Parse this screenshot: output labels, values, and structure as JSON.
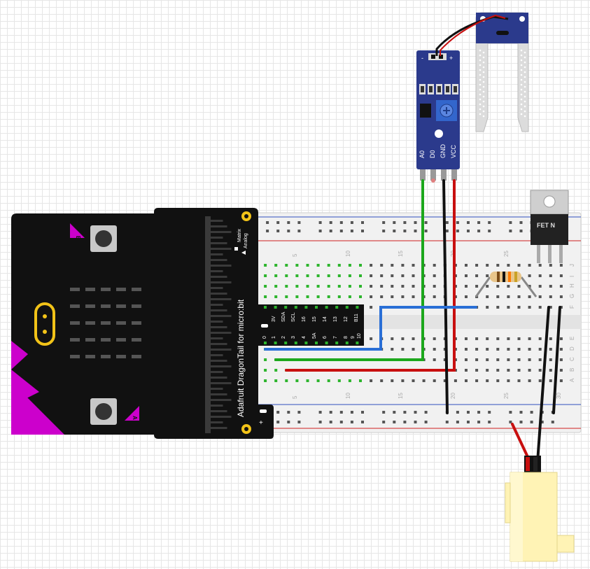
{
  "microbit": {
    "button_a_label": "A",
    "button_b_label": "B"
  },
  "dragontail": {
    "title": "Adafruit DragonTail for micro:bit",
    "legend_matrix": "Matrix",
    "legend_analog": "Analog",
    "pins_top": [
      "3V",
      "SDA",
      "SCL",
      "16",
      "15",
      "14",
      "13",
      "12",
      "B11"
    ],
    "pins_bottom": [
      "0",
      "1",
      "2",
      "3",
      "4",
      "5A",
      "6",
      "7",
      "8",
      "9",
      "10"
    ],
    "plus": "+"
  },
  "breadboard": {
    "row_letters_top": [
      "J",
      "I",
      "H",
      "G",
      "F"
    ],
    "row_letters_bottom": [
      "E",
      "D",
      "C",
      "B",
      "A"
    ],
    "column_numbers": [
      "5",
      "10",
      "15",
      "20",
      "25",
      "30"
    ]
  },
  "sensor_module": {
    "minus": "-",
    "plus": "+",
    "pin_labels": [
      "A0",
      "D0",
      "GND",
      "VCC"
    ]
  },
  "transistor": {
    "label": "FET N"
  },
  "colors": {
    "wire_green": "#1ca71c",
    "wire_red": "#c80f0f",
    "wire_black": "#111111",
    "wire_blue": "#2a6fd6",
    "microbit_accent": "#cc00cc",
    "gold": "#f2c318",
    "module_blue": "#2b3a8c",
    "pump_yellow": "#fff3b5"
  }
}
